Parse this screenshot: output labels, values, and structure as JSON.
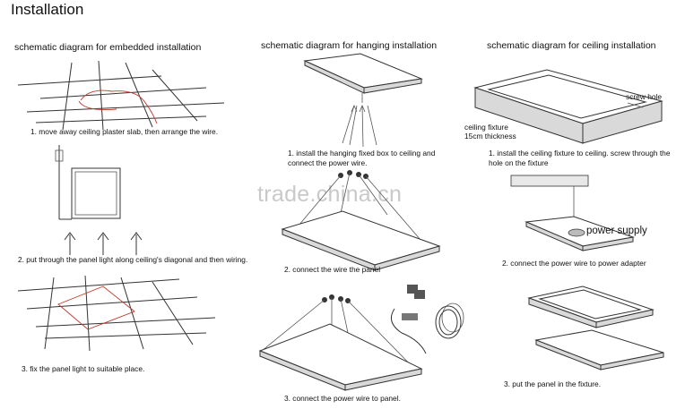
{
  "title": "Installation",
  "watermark": "trade.china.cn",
  "columns": {
    "embedded": {
      "heading": "schematic diagram for embedded installation",
      "steps": [
        "1. move away ceiling plaster slab, then arrange the wire.",
        "2. put through the panel light along ceiling's diagonal and then wiring.",
        "3. fix the panel light to suitable place."
      ]
    },
    "hanging": {
      "heading": "schematic diagram for hanging installation",
      "steps": [
        "1. install the hanging fixed box to ceiling and connect the power wire.",
        "2. connect the wire the panel",
        "3. connect the power wire to panel."
      ]
    },
    "ceiling": {
      "heading": "schematic diagram for ceiling installation",
      "labels": {
        "screw_hole": "screw hole",
        "ceiling_fixture": "ceiling fixture",
        "thickness": "15cm thickness",
        "power_supply": "power supply"
      },
      "steps": [
        "1. install the ceiling fixture to ceiling. screw through the hole on the fixture",
        "2. connect the power wire to power adapter",
        "3. put the panel in the fixture."
      ]
    }
  }
}
